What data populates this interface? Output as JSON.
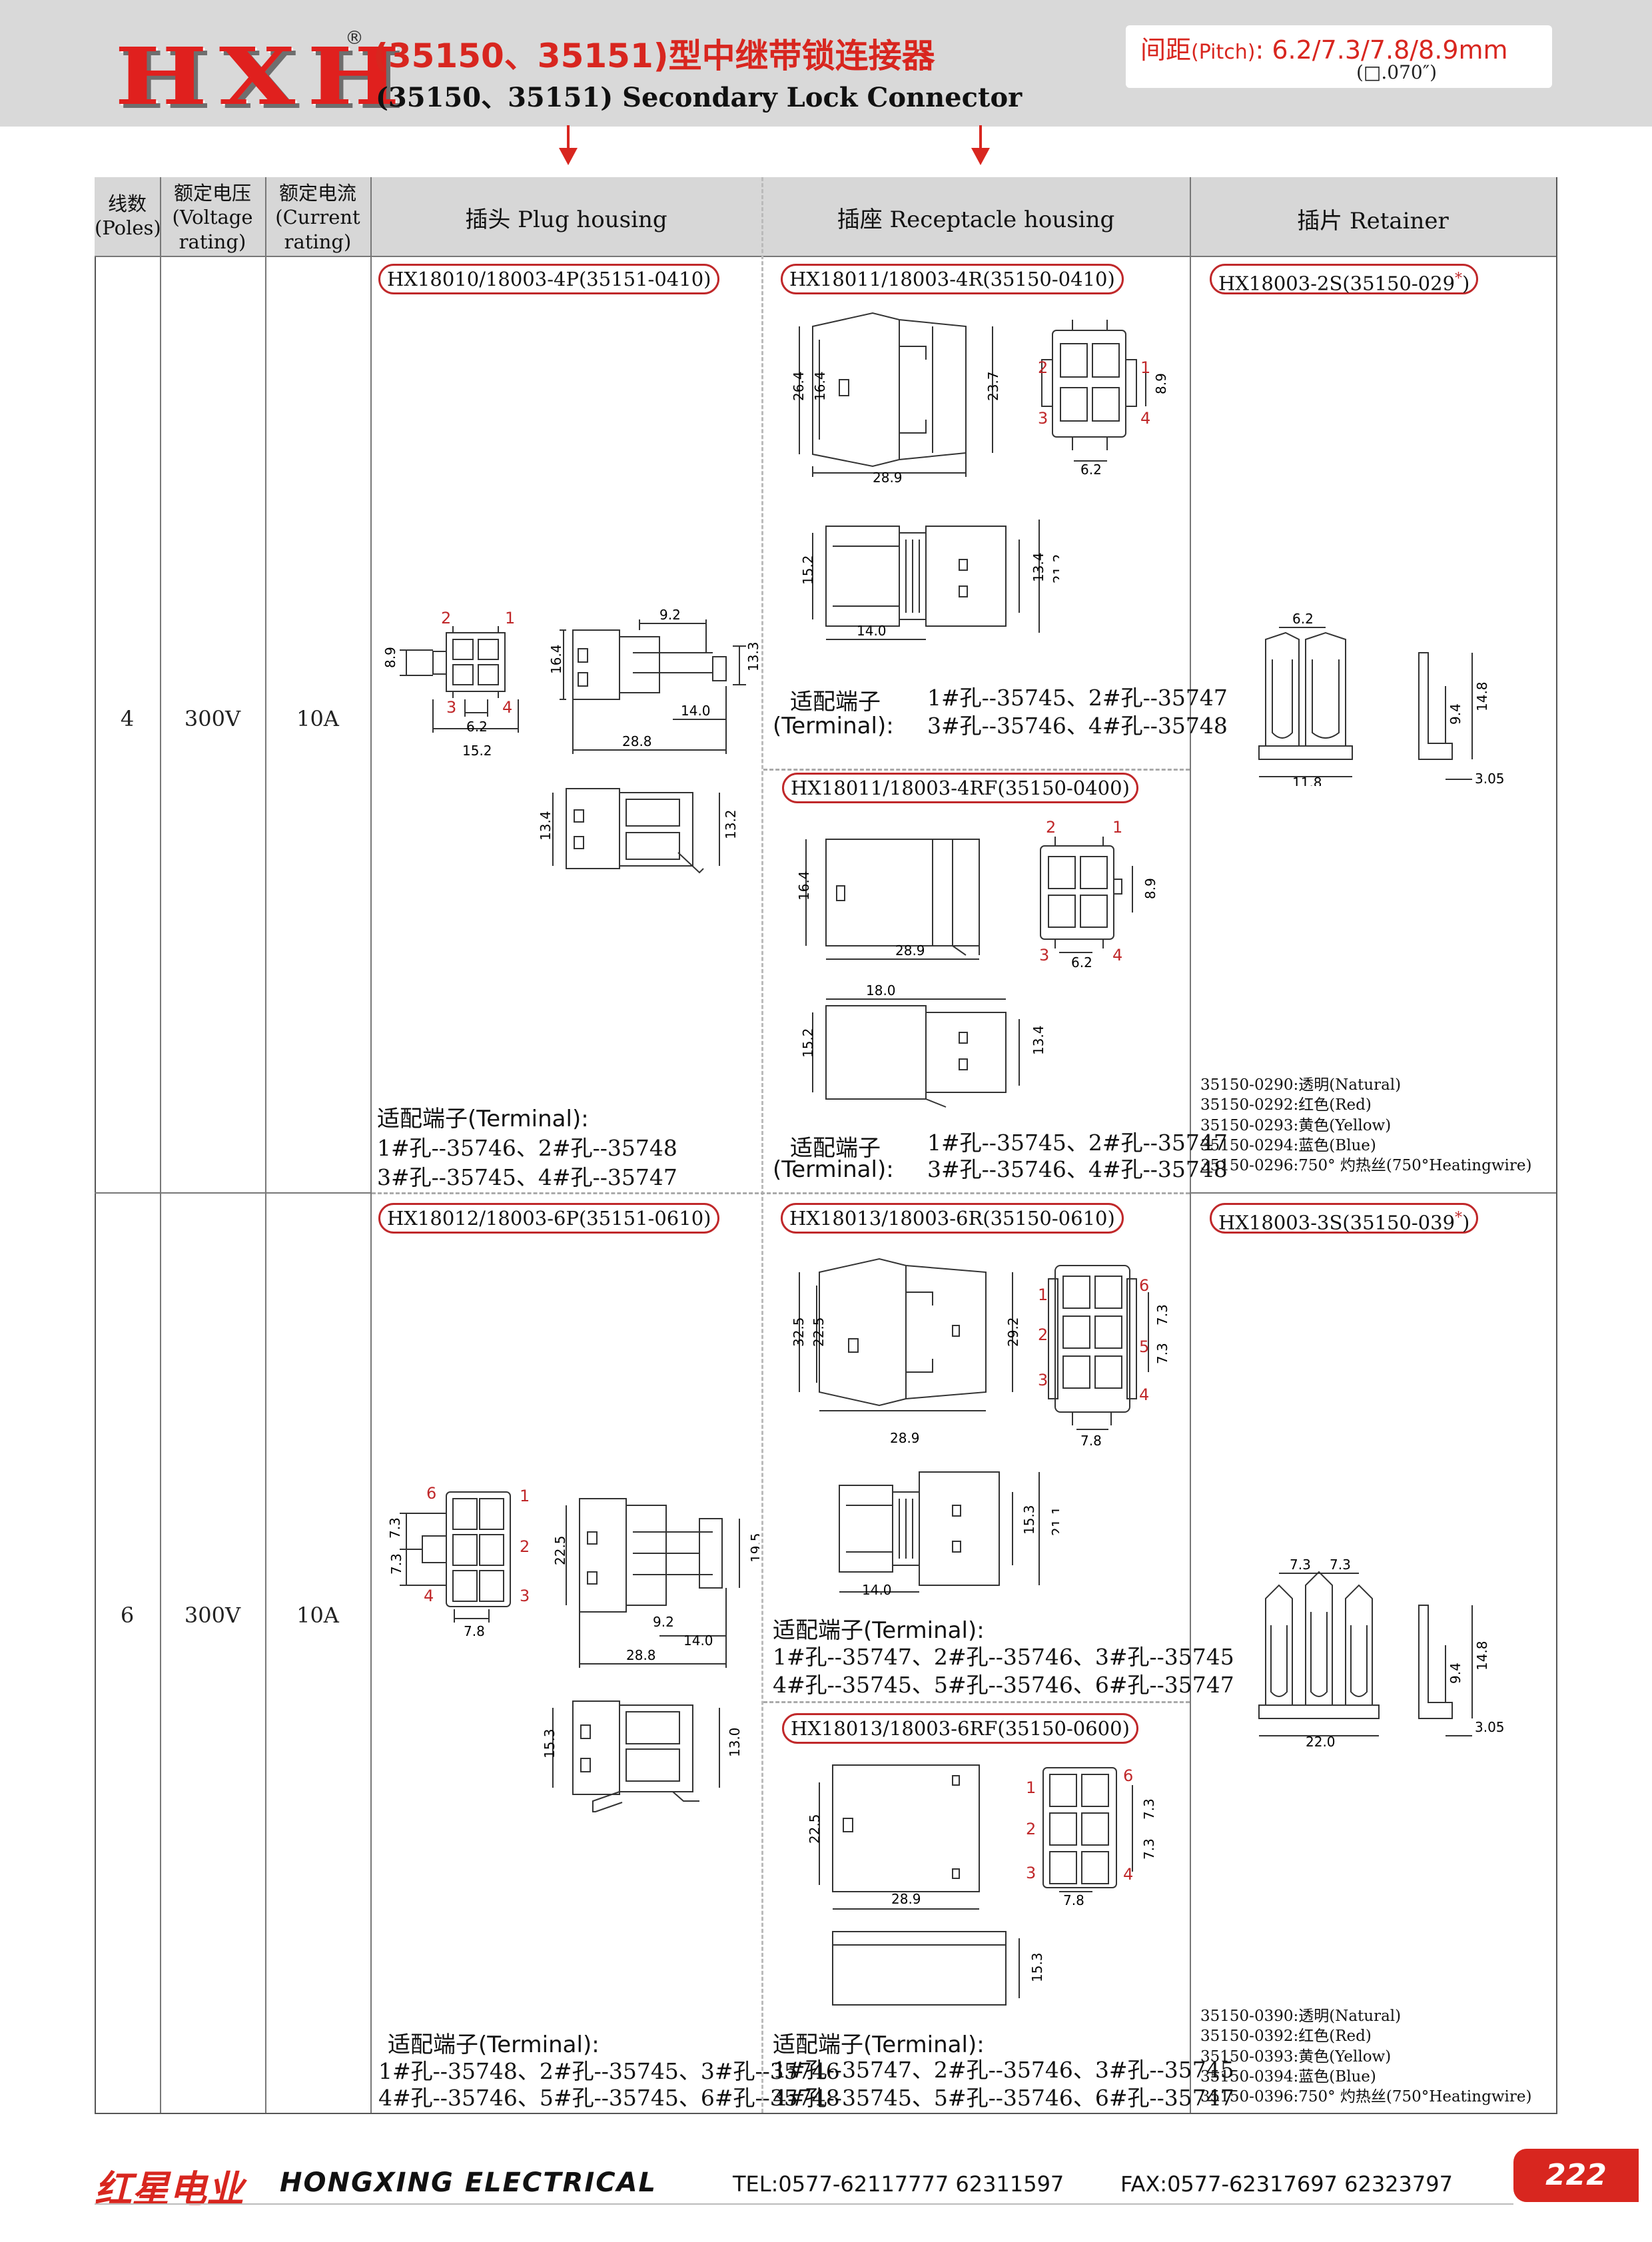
{
  "header": {
    "logo": "HXH",
    "logo_mark": "®",
    "title_cn": "(35150、35151)型中继带锁连接器",
    "title_en": "(35150、35151) Secondary Lock Connector",
    "pitch_label": "间距",
    "pitch_en": "(Pitch)",
    "pitch_value": ": 6.2/7.3/7.8/8.9mm",
    "pitch_sub": "(□.070″)"
  },
  "columns": {
    "poles": "线数\n(Poles)",
    "voltage": "额定电压\n(Voltage\nrating)",
    "current": "额定电流\n(Current\nrating)",
    "plug": "插头  Plug housing",
    "receptacle": "插座  Receptacle housing",
    "retainer": "插片  Retainer"
  },
  "rows": [
    {
      "poles": "4",
      "voltage": "300V",
      "current": "10A",
      "plug_part": "HX18010/18003-4P(35151-0410)",
      "plug_term_label": "适配端子(Terminal):",
      "plug_term_1": "1#孔--35746、2#孔--35748",
      "plug_term_2": "3#孔--35745、4#孔--35747",
      "rec_part": "HX18011/18003-4R(35150-0410)",
      "rec_term_label": "适配端子",
      "rec_term_label2": "(Terminal):",
      "rec_term_1": "1#孔--35745、2#孔--35747",
      "rec_term_2": "3#孔--35746、4#孔--35748",
      "recf_part": "HX18011/18003-4RF(35150-0400)",
      "recf_term_label": "适配端子",
      "recf_term_label2": "(Terminal):",
      "recf_term_1": "1#孔--35745、2#孔--35747",
      "recf_term_2": "3#孔--35746、4#孔--35748",
      "ret_part": "HX18003-2S(35150-029",
      "ret_part_star": "*",
      "ret_part_end": ")",
      "colors": [
        "35150-0290:透明(Natural)",
        "35150-0292:红色(Red)",
        "35150-0293:黄色(Yellow)",
        "35150-0294:蓝色(Blue)",
        "35150-0296:750° 灼热丝(750°Heatingwire)"
      ]
    },
    {
      "poles": "6",
      "voltage": "300V",
      "current": "10A",
      "plug_part": "HX18012/18003-6P(35151-0610)",
      "plug_term_label": "适配端子(Terminal):",
      "plug_term_1": "1#孔--35748、2#孔--35745、3#孔--35746",
      "plug_term_2": "4#孔--35746、5#孔--35745、6#孔--35748",
      "rec_part": "HX18013/18003-6R(35150-0610)",
      "rec_term_label": "适配端子(Terminal):",
      "rec_term_1": "1#孔--35747、2#孔--35746、3#孔--35745",
      "rec_term_2": "4#孔--35745、5#孔--35746、6#孔--35747",
      "recf_part": "HX18013/18003-6RF(35150-0600)",
      "recf_term_label": "适配端子(Terminal):",
      "recf_term_1": "1#孔--35747、2#孔--35746、3#孔--35745",
      "recf_term_2": "4#孔--35745、5#孔--35746、6#孔--35747",
      "ret_part": "HX18003-3S(35150-039",
      "ret_part_star": "*",
      "ret_part_end": ")",
      "colors": [
        "35150-0390:透明(Natural)",
        "35150-0392:红色(Red)",
        "35150-0393:黄色(Yellow)",
        "35150-0394:蓝色(Blue)",
        "35150-0396:750° 灼热丝(750°Heatingwire)"
      ]
    }
  ],
  "dims": {
    "p4_front": [
      "8.9",
      "6.2",
      "15.2",
      "2",
      "1",
      "3",
      "4"
    ],
    "p4_side": [
      "9.2",
      "16.4",
      "13.3",
      "14.0",
      "28.8"
    ],
    "p4_top": [
      "13.4",
      "13.2"
    ],
    "r4_side": [
      "26.4",
      "16.4",
      "23.7",
      "28.9"
    ],
    "r4_front": [
      "8.9",
      "6.2",
      "2",
      "1",
      "3",
      "4"
    ],
    "r4_top": [
      "15.2",
      "13.4",
      "21.2",
      "14.0"
    ],
    "rf4_side": [
      "16.4",
      "28.9"
    ],
    "rf4_front": [
      "8.9",
      "6.2",
      "2",
      "1",
      "3",
      "4"
    ],
    "rf4_top": [
      "18.0",
      "15.2",
      "13.4"
    ],
    "s2": [
      "6.2",
      "9.4",
      "14.8",
      "11.8",
      "3.05"
    ],
    "p6_front": [
      "7.3",
      "7.3",
      "7.8",
      "6",
      "1",
      "2",
      "4",
      "3"
    ],
    "p6_side": [
      "22.5",
      "19.5",
      "9.2",
      "14.0",
      "28.8"
    ],
    "p6_top": [
      "15.3",
      "13.0"
    ],
    "r6_side": [
      "32.5",
      "22.5",
      "29.2",
      "28.9"
    ],
    "r6_front": [
      "7.3",
      "7.3",
      "7.8",
      "1",
      "2",
      "3",
      "6",
      "5",
      "4"
    ],
    "r6_top": [
      "15.3",
      "21.1",
      "14.0"
    ],
    "rf6_side": [
      "22.5",
      "28.9"
    ],
    "rf6_front": [
      "7.3",
      "7.3",
      "7.8",
      "1",
      "2",
      "3",
      "6",
      "4"
    ],
    "rf6_top": [
      "15.3"
    ],
    "s3": [
      "7.3",
      "7.3",
      "9.4",
      "14.8",
      "22.0",
      "3.05"
    ]
  },
  "footer": {
    "brand_cn": "红星电业",
    "brand_en": "HONGXING ELECTRICAL",
    "tel": "TEL:0577-62117777   62311597",
    "fax": "FAX:0577-62317697   62323797",
    "page": "222"
  }
}
